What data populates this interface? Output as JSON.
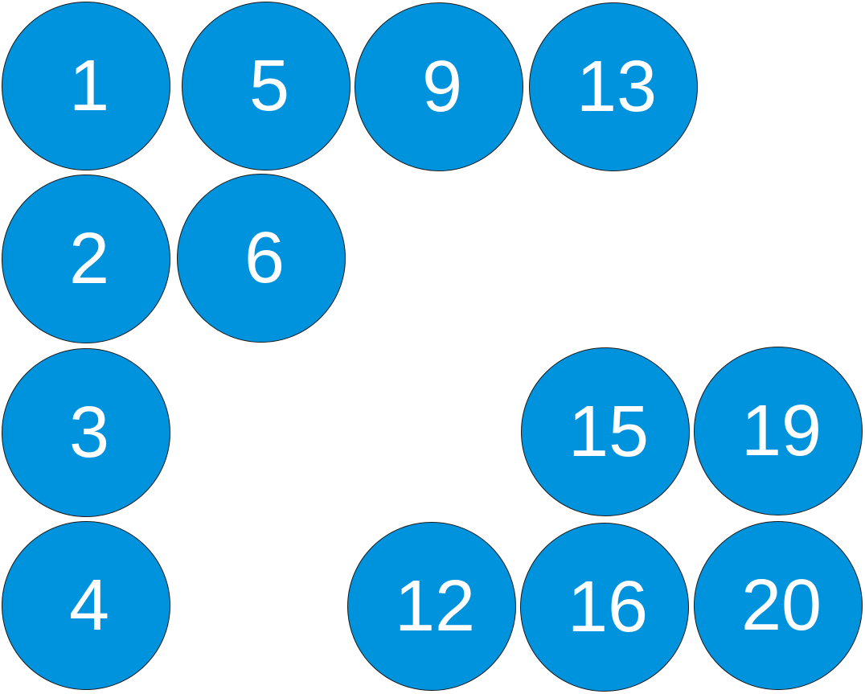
{
  "colors": {
    "circle_fill": "#0093DD",
    "circle_border": "#1a1a1a",
    "label_text": "#ffffff",
    "background": "#ffffff"
  },
  "circles": [
    {
      "label": "1"
    },
    {
      "label": "5"
    },
    {
      "label": "9"
    },
    {
      "label": "13"
    },
    {
      "label": "2"
    },
    {
      "label": "6"
    },
    {
      "label": "3"
    },
    {
      "label": "15"
    },
    {
      "label": "19"
    },
    {
      "label": "4"
    },
    {
      "label": "12"
    },
    {
      "label": "16"
    },
    {
      "label": "20"
    }
  ]
}
